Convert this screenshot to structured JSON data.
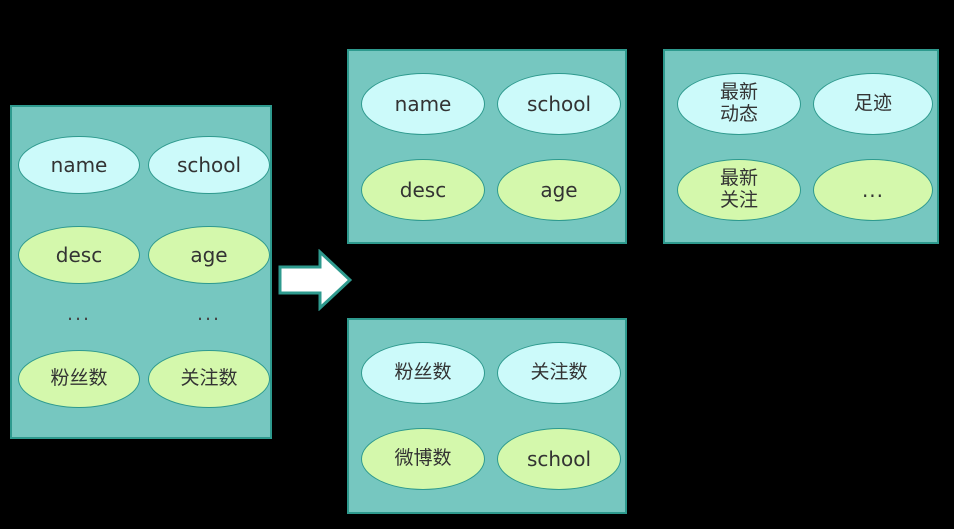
{
  "diagram": {
    "title": "Data field decomposition diagram",
    "colors": {
      "background": "#000000",
      "box_fill": "#76C7C0",
      "box_border": "#2E9A8E",
      "node_cyan_fill": "#CCFAFA",
      "node_green_fill": "#D4F8AC",
      "node_border": "#2E9A8E",
      "text": "#333333",
      "arrow_fill": "#FFFFFF",
      "arrow_border": "#2E9A8E"
    },
    "arrow": {
      "name": "right-arrow",
      "direction": "right"
    },
    "boxes": [
      {
        "id": "source",
        "name": "source-group",
        "nodes": [
          {
            "label": "name",
            "style": "cyan",
            "kind": "en"
          },
          {
            "label": "school",
            "style": "cyan",
            "kind": "en"
          },
          {
            "label": "desc",
            "style": "green",
            "kind": "en"
          },
          {
            "label": "age",
            "style": "green",
            "kind": "en"
          },
          {
            "label": "粉丝数",
            "style": "green",
            "kind": "cn"
          },
          {
            "label": "关注数",
            "style": "green",
            "kind": "cn"
          }
        ],
        "ellipsis": [
          "...",
          "..."
        ]
      },
      {
        "id": "profile",
        "name": "profile-group",
        "nodes": [
          {
            "label": "name",
            "style": "cyan",
            "kind": "en"
          },
          {
            "label": "school",
            "style": "cyan",
            "kind": "en"
          },
          {
            "label": "desc",
            "style": "green",
            "kind": "en"
          },
          {
            "label": "age",
            "style": "green",
            "kind": "en"
          }
        ]
      },
      {
        "id": "activity",
        "name": "activity-group",
        "nodes": [
          {
            "label": "最新\n动态",
            "style": "cyan",
            "kind": "cn2"
          },
          {
            "label": "足迹",
            "style": "cyan",
            "kind": "cn"
          },
          {
            "label": "最新\n关注",
            "style": "green",
            "kind": "cn2"
          },
          {
            "label": "...",
            "style": "green",
            "kind": "dots"
          }
        ]
      },
      {
        "id": "stats",
        "name": "stats-group",
        "nodes": [
          {
            "label": "粉丝数",
            "style": "cyan",
            "kind": "cn"
          },
          {
            "label": "关注数",
            "style": "cyan",
            "kind": "cn"
          },
          {
            "label": "微博数",
            "style": "green",
            "kind": "cn"
          },
          {
            "label": "school",
            "style": "green",
            "kind": "en"
          }
        ]
      }
    ]
  }
}
